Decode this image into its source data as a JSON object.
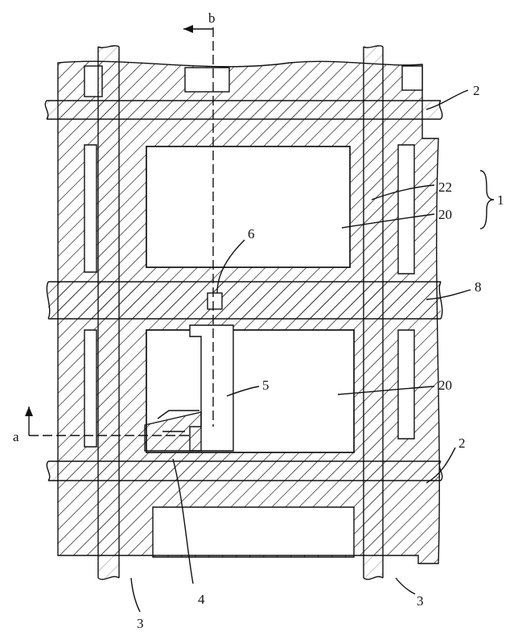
{
  "labels": {
    "scan_line": "2",
    "data_line": "3",
    "tft": "4",
    "drain": "5",
    "contact": "6",
    "storage_line": "8",
    "pixel_electrode": "20",
    "light_shield": "22",
    "pixel_group": "1",
    "section_a": "a",
    "section_b": "b"
  },
  "colors": {
    "ink": "#111111",
    "paper": "#ffffff"
  }
}
